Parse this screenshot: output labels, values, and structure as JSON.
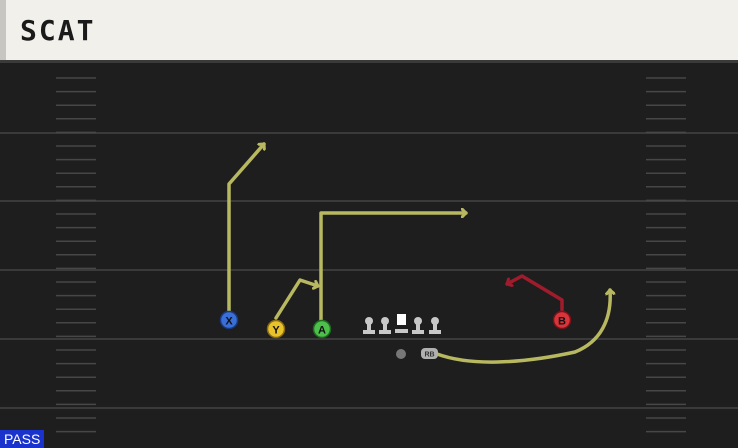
{
  "play": {
    "name": "SCAT",
    "type_label": "PASS"
  },
  "players": {
    "x": {
      "label": "X",
      "color": "#3a6fd8"
    },
    "y": {
      "label": "Y",
      "color": "#e8c22a"
    },
    "a": {
      "label": "A",
      "color": "#4cc04a"
    },
    "b": {
      "label": "B",
      "color": "#d8343c"
    },
    "rb": {
      "label": "RB"
    }
  },
  "colors": {
    "route": "#b8b860",
    "block_route": "#a01c2c",
    "field_bg": "#1e1e1e",
    "yard_line": "#3a3a3a",
    "hash": "#4a4a4a"
  },
  "icons": {
    "qb": "qb-icon",
    "lineman": "lineman-icon",
    "ball": "ball-icon"
  }
}
